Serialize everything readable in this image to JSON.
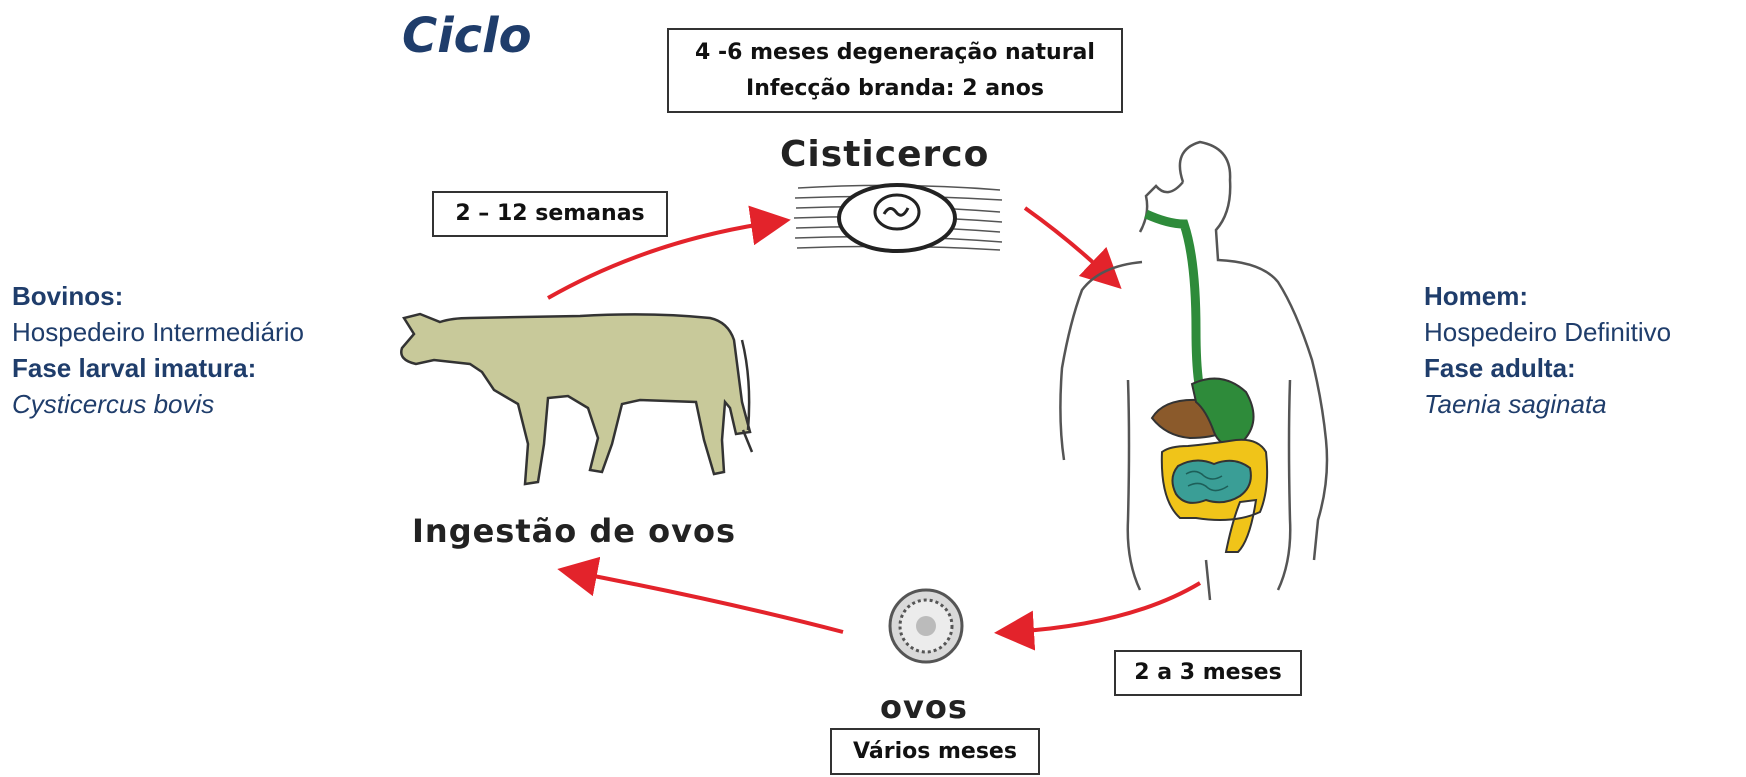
{
  "title": "Ciclo",
  "boxes": {
    "top_line1": "4 -6 meses degeneração natural",
    "top_line2": "Infecção branda: 2 anos",
    "left": "2 – 12 semanas",
    "right": "2 a 3 meses",
    "bottom": "Vários meses"
  },
  "stages": {
    "cisticerco": "Cisticerco",
    "ingestao": "Ingestão de ovos",
    "ovos": "ovos"
  },
  "hosts": {
    "left": {
      "heading": "Bovinos:",
      "role": "Hospedeiro Intermediário",
      "phase": "Fase larval imatura:",
      "species": "Cysticercus bovis"
    },
    "right": {
      "heading": "Homem:",
      "role": "Hospedeiro Definitivo",
      "phase": "Fase adulta:",
      "species": "Taenia saginata"
    }
  },
  "colors": {
    "arrow": "#e3232b",
    "title": "#1f3d6b",
    "cow": "#c8c99a",
    "esophagus_stomach": "#2e8b3a",
    "liver": "#8b5a2b",
    "small_intestine": "#3a9e96",
    "large_intestine": "#f0c419"
  }
}
